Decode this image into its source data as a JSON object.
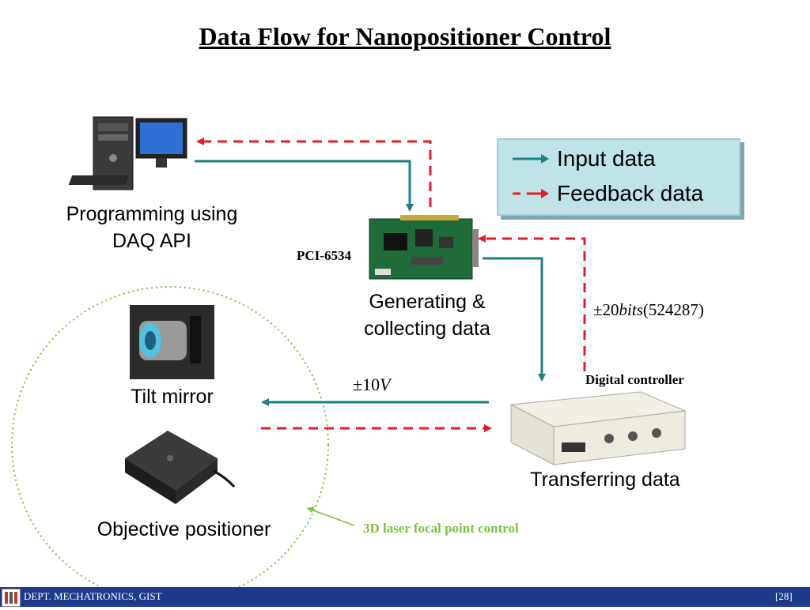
{
  "title": "Data Flow for Nanopositioner Control",
  "legend": {
    "input_label": "Input data",
    "feedback_label": "Feedback data"
  },
  "nodes": {
    "pc": {
      "caption_line1": "Programming using",
      "caption_line2": "DAQ API"
    },
    "daq": {
      "tag": "PCI-6534",
      "caption_line1": "Generating &",
      "caption_line2": "collecting data"
    },
    "controller": {
      "tag": "Digital controller",
      "caption": "Transferring data"
    },
    "tilt_mirror": {
      "caption": "Tilt mirror"
    },
    "objective": {
      "caption": "Objective positioner"
    }
  },
  "annotations": {
    "bits_prefix": "±20",
    "bits_italic": "bits",
    "bits_suffix": "(524287)",
    "volt_prefix": "±10",
    "volt_italic": "V",
    "loop_label": "3D laser focal point control"
  },
  "colors": {
    "input": "#1a8080",
    "feedback": "#e51c23",
    "loop": "#7dc242",
    "footer": "#1e3a8a"
  },
  "footer": {
    "left": "DEPT. MECHATRONICS, GIST",
    "page": "[28]"
  }
}
